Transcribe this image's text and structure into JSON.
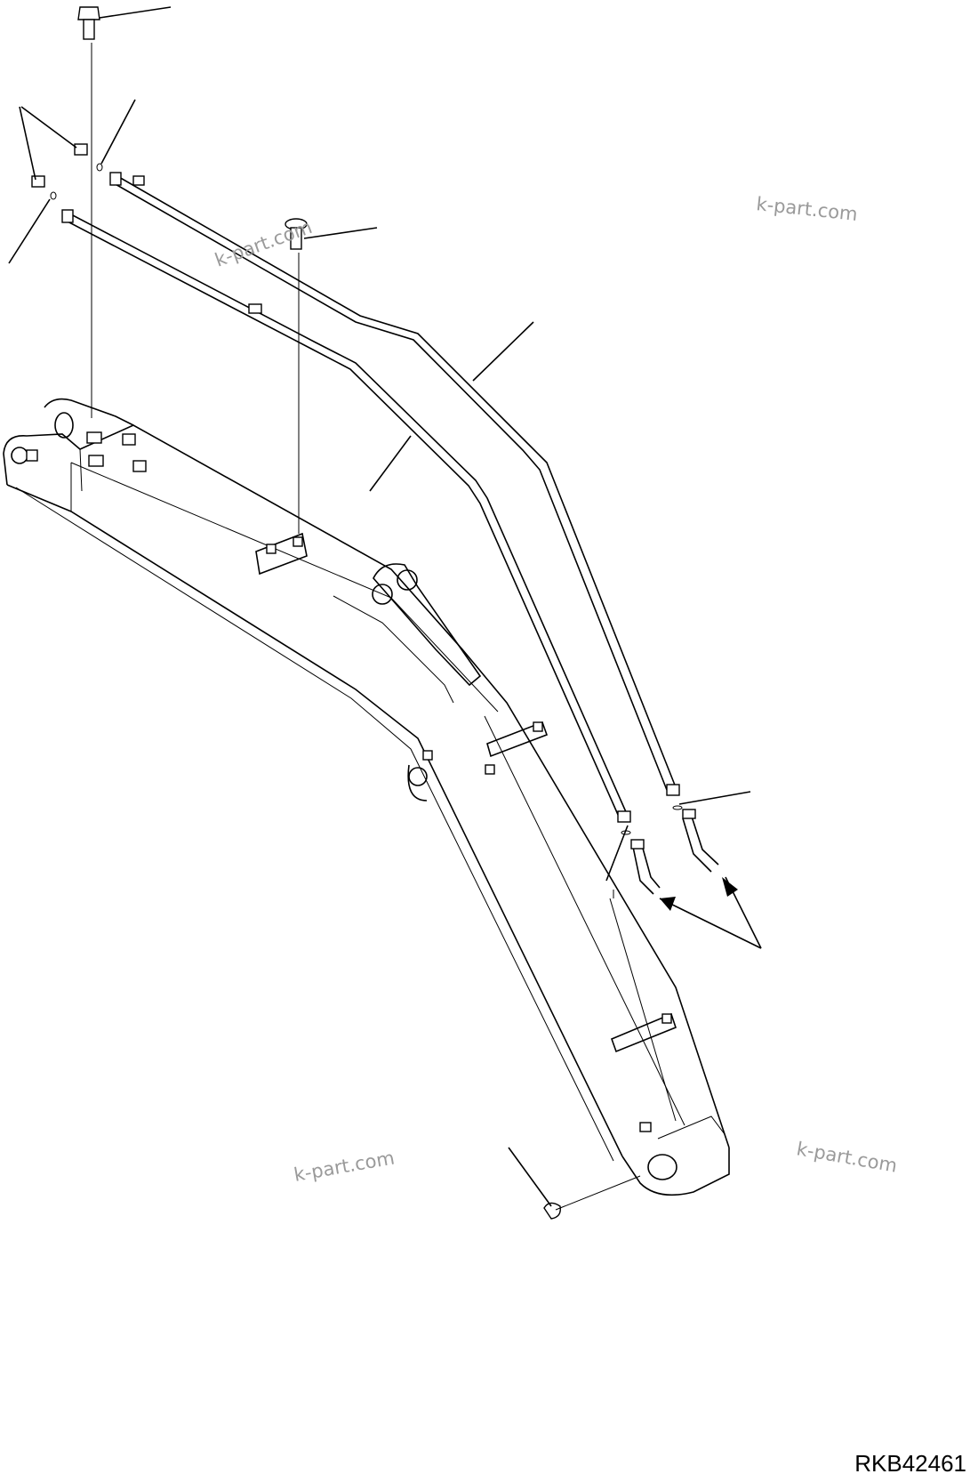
{
  "diagram": {
    "watermarks": [
      "k-part.com",
      "k-part.com",
      "k-part.com",
      "k-part.com"
    ],
    "drawing_code": "RKB42461"
  }
}
